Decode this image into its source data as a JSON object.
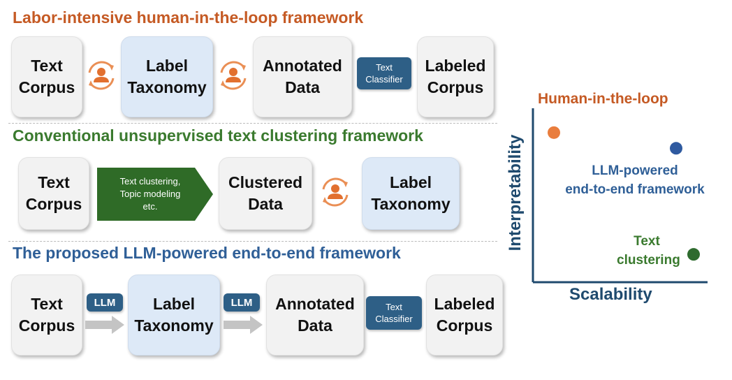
{
  "rows": [
    {
      "title": "Labor-intensive human-in-the-loop framework",
      "text_corpus": [
        "Text",
        "Corpus"
      ],
      "label_taxonomy": [
        "Label",
        "Taxonomy"
      ],
      "annotated_data": [
        "Annotated",
        "Data"
      ],
      "text_classifier": [
        "Text",
        "Classifier"
      ],
      "labeled_corpus": [
        "Labeled",
        "Corpus"
      ]
    },
    {
      "title": "Conventional unsupervised text clustering framework",
      "text_corpus": [
        "Text",
        "Corpus"
      ],
      "method_lines": [
        "Text clustering,",
        "Topic modeling",
        "etc."
      ],
      "clustered_data": [
        "Clustered",
        "Data"
      ],
      "label_taxonomy": [
        "Label",
        "Taxonomy"
      ]
    },
    {
      "title": "The proposed LLM-powered end-to-end framework",
      "text_corpus": [
        "Text",
        "Corpus"
      ],
      "llm_tag": "LLM",
      "label_taxonomy": [
        "Label",
        "Taxonomy"
      ],
      "annotated_data": [
        "Annotated",
        "Data"
      ],
      "text_classifier": [
        "Text",
        "Classifier"
      ],
      "labeled_corpus": [
        "Labeled",
        "Corpus"
      ]
    }
  ],
  "icons": {
    "human_cycle": "human-in-loop-cycle-icon",
    "process_arrow": "right-arrow-icon"
  },
  "chart_data": {
    "type": "scatter",
    "xlabel": "Scalability",
    "ylabel": "Interpretability",
    "points": [
      {
        "label_lines": [
          "Human-in-the-loop"
        ],
        "color": "#e97d3d",
        "x": 0.12,
        "y": 0.86
      },
      {
        "label_lines": [
          "LLM-powered",
          "end-to-end framework"
        ],
        "color": "#2f5aa0",
        "x": 0.82,
        "y": 0.77
      },
      {
        "label_lines": [
          "Text",
          "clustering"
        ],
        "color": "#2e6b2e",
        "x": 0.92,
        "y": 0.16
      }
    ],
    "grid": false
  },
  "colors": {
    "orange": "#c55a24",
    "green": "#3a7a2e",
    "blue": "#2f5f97",
    "box_gray": "#f2f2f2",
    "box_blue": "#dde9f7",
    "tag_blue": "#2e5f86",
    "arrow_green": "#2f6b27"
  }
}
